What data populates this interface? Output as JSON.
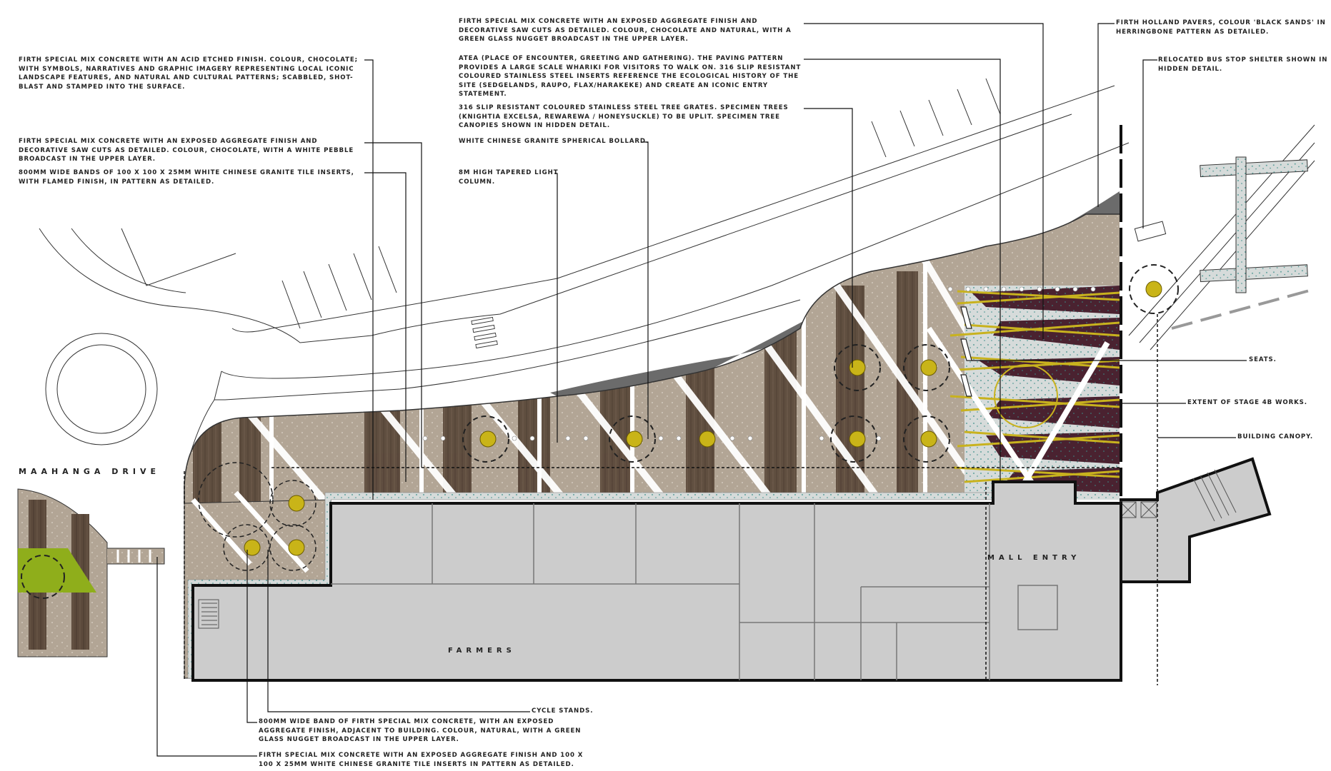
{
  "drawing": {
    "type": "landscape plan",
    "labels": {
      "street": "Maahanga Drive",
      "mall_entry": "Mall Entry",
      "anchor_store": "Farmers"
    },
    "colors": {
      "building_fill": "#cccccc",
      "plaza_concrete": "#b2a595",
      "chocolate_bands": "#5c4a3c",
      "atea_paving": "#4a2230",
      "steel_inserts": "#c8b21e",
      "tree_grate": "#c9b418",
      "green_area": "#8fae1b",
      "road_dark": "#6b6b6b",
      "linework": "#222222",
      "granite_band": "#ffffff",
      "aggregate_band": "#d6dbda"
    }
  },
  "annotations": {
    "left": [
      {
        "id": "acid-etched",
        "text": "Firth special mix concrete with an acid etched finish. Colour, chocolate; with symbols, narratives and graphic imagery representing local iconic landscape features, and natural and cultural patterns; scabbled, shot-blast and stamped into the surface."
      },
      {
        "id": "exposed-aggregate-chocolate",
        "text": "Firth special mix concrete with an exposed aggregate finish and decorative saw cuts as detailed. Colour, chocolate, with a white pebble broadcast in the upper layer."
      },
      {
        "id": "granite-bands",
        "text": "800mm wide bands of 100 x 100 x 25mm white Chinese granite tile inserts, with flamed finish, in pattern as detailed."
      }
    ],
    "center": [
      {
        "id": "exposed-aggregate-green-glass",
        "text": "Firth special mix concrete with an exposed aggregate finish and decorative saw cuts as detailed. Colour, chocolate and natural, with a green glass nugget broadcast in the upper layer."
      },
      {
        "id": "atea",
        "text": "Atea (place of encounter, greeting and gathering).  The paving pattern provides a large scale whariki for visitors to walk on.  316 slip resistant coloured stainless steel inserts reference the ecological history of the site (sedgelands, raupo, flax/harakeke) and create an iconic entry statement."
      },
      {
        "id": "tree-grates",
        "text": "316 slip resistant coloured stainless steel tree grates. Specimen trees (Knightia excelsa, Rewarewa / Honeysuckle) to be uplit. Specimen tree canopies shown in hidden detail."
      },
      {
        "id": "bollard",
        "text": "White Chinese granite spherical bollard."
      },
      {
        "id": "light-column",
        "text": "8m high tapered light column."
      }
    ],
    "right": [
      {
        "id": "holland-pavers",
        "text": "Firth Holland Pavers, colour 'Black Sands' in herringbone pattern as detailed."
      },
      {
        "id": "bus-stop",
        "text": "Relocated bus stop shelter shown in hidden detail."
      },
      {
        "id": "seats",
        "text": "Seats."
      },
      {
        "id": "stage-extent",
        "text": "Extent of Stage 4B Works."
      },
      {
        "id": "canopy",
        "text": "Building canopy."
      }
    ],
    "bottom": [
      {
        "id": "cycle-stands",
        "text": "Cycle stands."
      },
      {
        "id": "band-adjacent-building",
        "text": "800mm wide band of Firth special mix concrete, with an exposed aggregate finish, adjacent to building. Colour, natural, with a green glass nugget broadcast in the upper layer."
      },
      {
        "id": "granite-tile-inserts",
        "text": "Firth special mix concrete with an exposed aggregate finish and 100 x 100 x 25mm white Chinese granite tile inserts in pattern as detailed."
      }
    ]
  }
}
